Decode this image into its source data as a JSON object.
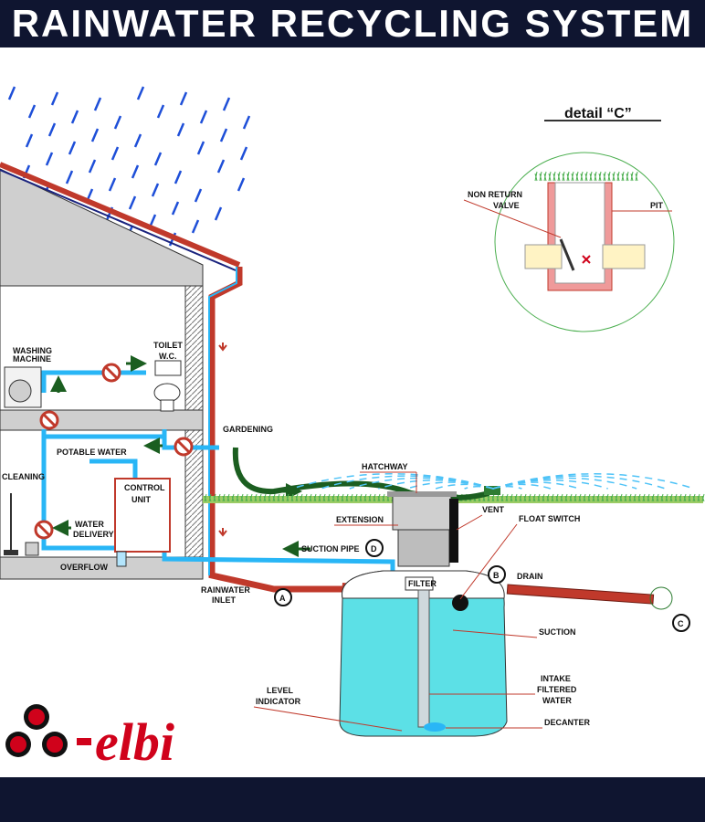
{
  "title": "RAINWATER RECYCLING SYSTEM",
  "detail": {
    "heading": "detail “C”",
    "non_return_valve": [
      "NON RETURN",
      "VALVE"
    ],
    "pit": "PIT"
  },
  "labels": {
    "washing_machine": [
      "WASHING",
      "MACHINE"
    ],
    "toilet": "TOILET",
    "wc": "W.C.",
    "gardening": "GARDENING",
    "potable_water": "POTABLE WATER",
    "control_unit": [
      "CONTROL",
      "UNIT"
    ],
    "cleaning": "CLEANING",
    "water_delivery": [
      "WATER",
      "DELIVERY"
    ],
    "overflow": "OVERFLOW",
    "hatchway": "HATCHWAY",
    "extension": "EXTENSION",
    "vent": "VENT",
    "float_switch": "FLOAT SWITCH",
    "suction_pipe": "SUCTION PIPE",
    "drain": "DRAIN",
    "rainwater_inlet": [
      "RAINWATER",
      "INLET"
    ],
    "filter": "FILTER",
    "suction": "SUCTION",
    "intake_filtered_water": [
      "INTAKE",
      "FILTERED",
      "WATER"
    ],
    "level_indicator": [
      "LEVEL",
      "INDICATOR"
    ],
    "decanter": "DECANTER"
  },
  "markers": {
    "a": "A",
    "b": "B",
    "c": "C",
    "d": "D"
  },
  "logo": {
    "text": "elbi"
  },
  "colors": {
    "header_bg": "#0f1530",
    "pipe_blue": "#29b6f6",
    "drain_red": "#c0392b",
    "tank_cyan": "#5ce0e6",
    "grass_green": "#2e7d32",
    "brand_red": "#d0021b"
  }
}
